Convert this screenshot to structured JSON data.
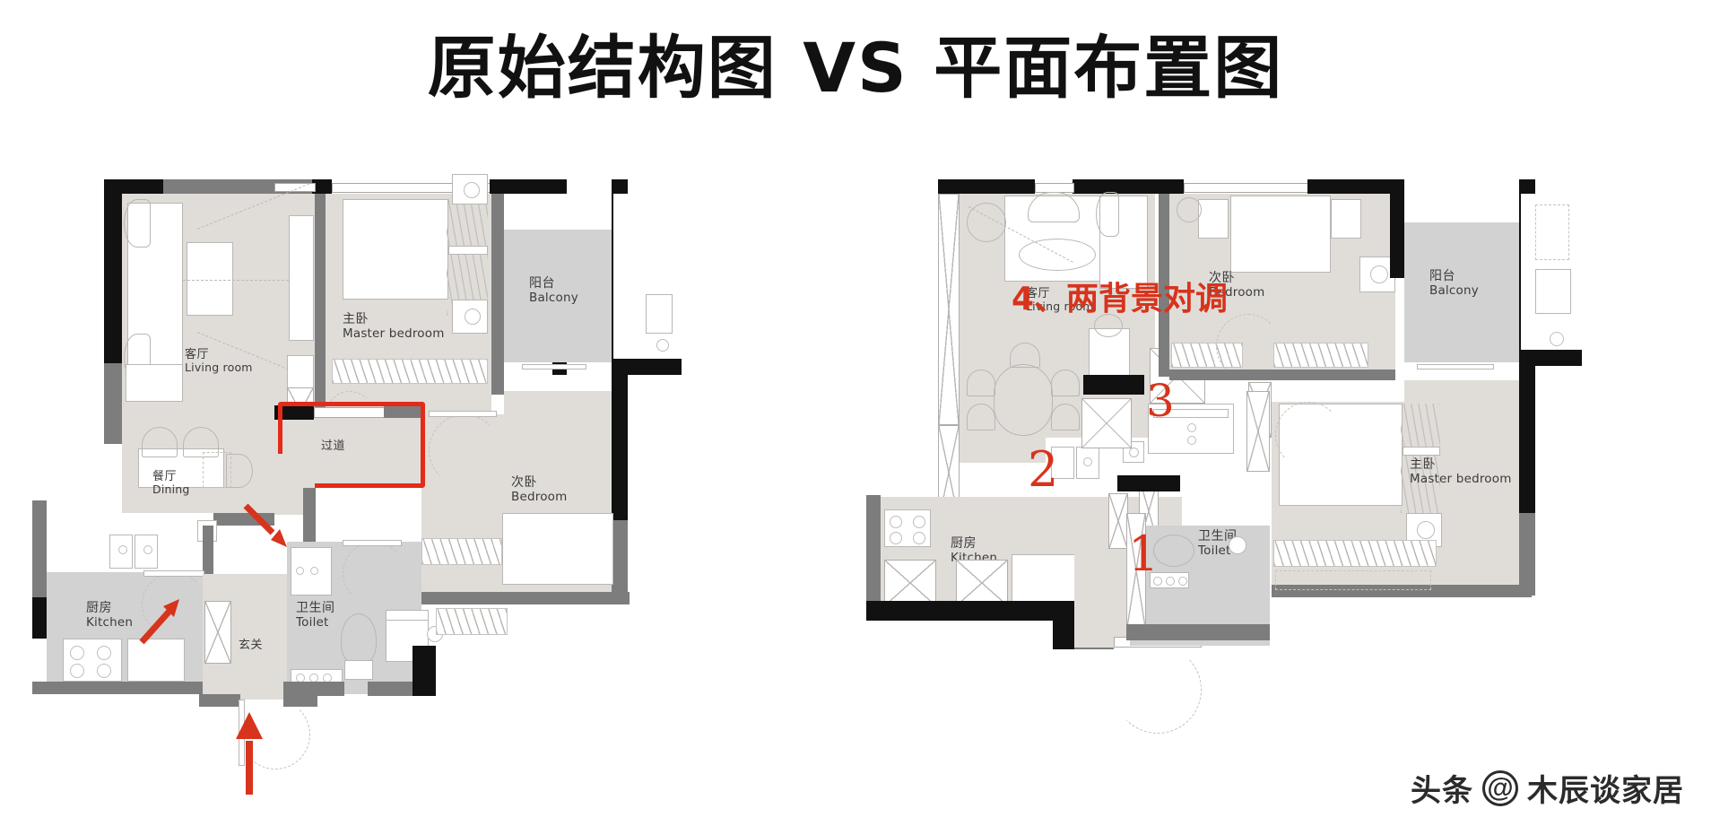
{
  "page": {
    "title": "原始结构图 VS 平面布置图",
    "background": "#ffffff"
  },
  "colors": {
    "wall_black": "#111111",
    "wall_grey": "#7d7d7d",
    "room_fill": "#e0ddd9",
    "balcony_fill": "#d2d2d2",
    "annotation_red": "#d8331c",
    "redbox_border": "#e22b18",
    "text": "#3b3b3b"
  },
  "left_plan": {
    "name": "原始结构图",
    "rooms": [
      {
        "cn": "客厅",
        "en": "Living room"
      },
      {
        "cn": "主卧",
        "en": "Master bedroom"
      },
      {
        "cn": "阳台",
        "en": "Balcony"
      },
      {
        "cn": "次卧",
        "en": "Bedroom"
      },
      {
        "cn": "餐厅",
        "en": "Dining"
      },
      {
        "cn": "厨房",
        "en": "Kitchen"
      },
      {
        "cn": "过道",
        "en": ""
      },
      {
        "cn": "卫生间",
        "en": "Toilet"
      },
      {
        "cn": "玄关",
        "en": ""
      }
    ],
    "annotations": {
      "redbox_label": "过道区域标注框",
      "arrows": 3
    }
  },
  "right_plan": {
    "name": "平面布置图",
    "rooms": [
      {
        "cn": "客厅",
        "en": "Living room"
      },
      {
        "cn": "次卧",
        "en": "Bedroom"
      },
      {
        "cn": "阳台",
        "en": "Balcony"
      },
      {
        "cn": "主卧",
        "en": "Master bedroom"
      },
      {
        "cn": "厨房",
        "en": "Kitchen"
      },
      {
        "cn": "卫生间",
        "en": "Toilet"
      }
    ],
    "annotations": {
      "note_4": "4、两背景对调",
      "num_1": "1",
      "num_2": "2",
      "num_3": "3"
    }
  },
  "watermark": {
    "platform": "头条",
    "at": "@",
    "author": "木辰谈家居"
  }
}
